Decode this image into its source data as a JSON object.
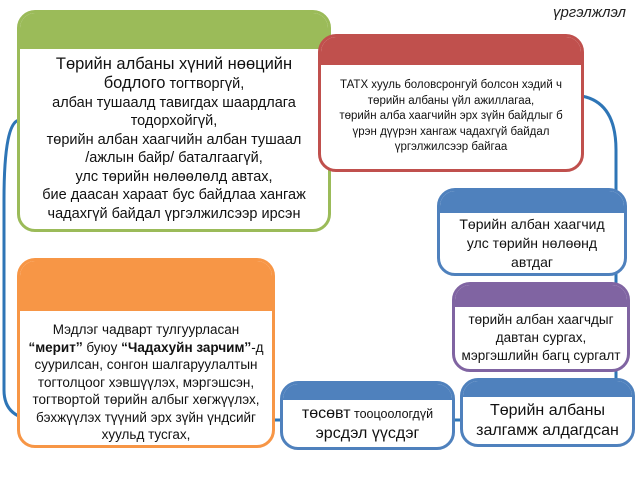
{
  "corner_label": "үргэлжлэл",
  "cards": {
    "green": {
      "color": "#9bbb59",
      "line1": "Төрийн албаны хүний нөөцийн",
      "line2_big": "бодлого",
      "line2_small": " тогтворгүй,",
      "lines": [
        "албан тушаалд тавигдах  шаардлага",
        "тодорхойгүй,",
        "төрийн албан хаагчийн албан тушаал",
        "/ажлын байр/ баталгаагүй,",
        "улс төрийн нөлөөлөлд автах,",
        "бие даасан хараат бус байдлаа хангаж",
        "чадахгүй байдал үргэлжилсээр ирсэн"
      ]
    },
    "red": {
      "color": "#c0504d",
      "lines": [
        "ТАТХ хууль боловсронгуй болсон хэдий ч",
        "төрийн албаны үйл ажиллагаа,",
        "төрийн алба хаагчийн эрх зүйн байдлыг б",
        "үрэн дүүрэн  хангаж чадахгүй байдал",
        "үргэлжилсээр байгаа"
      ]
    },
    "blue1": {
      "color": "#4f81bd",
      "lines": [
        "Төрийн албан хаагчид",
        "улс төрийн нөлөөнд",
        "автдаг"
      ]
    },
    "purple": {
      "color": "#8064a2",
      "lines": [
        "төрийн албан хаагчдыг",
        "давтан сургах,",
        "мэргэшлийн багц сургалт"
      ]
    },
    "orange": {
      "color": "#f79646",
      "line1": "Мэдлэг чадварт тулгуурласан",
      "line2_q1": "“меритˮ",
      "line2_mid": " буюу ",
      "line2_q2": "“Чадахуйн зарчимˮ",
      "line2_end": "-д",
      "lines": [
        "суурилсан, сонгон шалгаруулалтын",
        "тогтолцоог хэвшүүлэх, мэргэшсэн,",
        "тогтвортой төрийн албыг хөгжүүлэх,",
        "бэхжүүлэх түүний эрх зүйн үндсийг",
        "хуульд тусгах,"
      ]
    },
    "blue2": {
      "color": "#4f81bd",
      "line1_big": "төсөвт",
      "line1_small": " тооцоологдүй",
      "line2": "эрсдэл үүсдэг"
    },
    "blue3": {
      "color": "#4f81bd",
      "lines": [
        "Төрийн албаны",
        "залгамж алдагдсан"
      ]
    }
  },
  "connector_color": "#2e75b6"
}
